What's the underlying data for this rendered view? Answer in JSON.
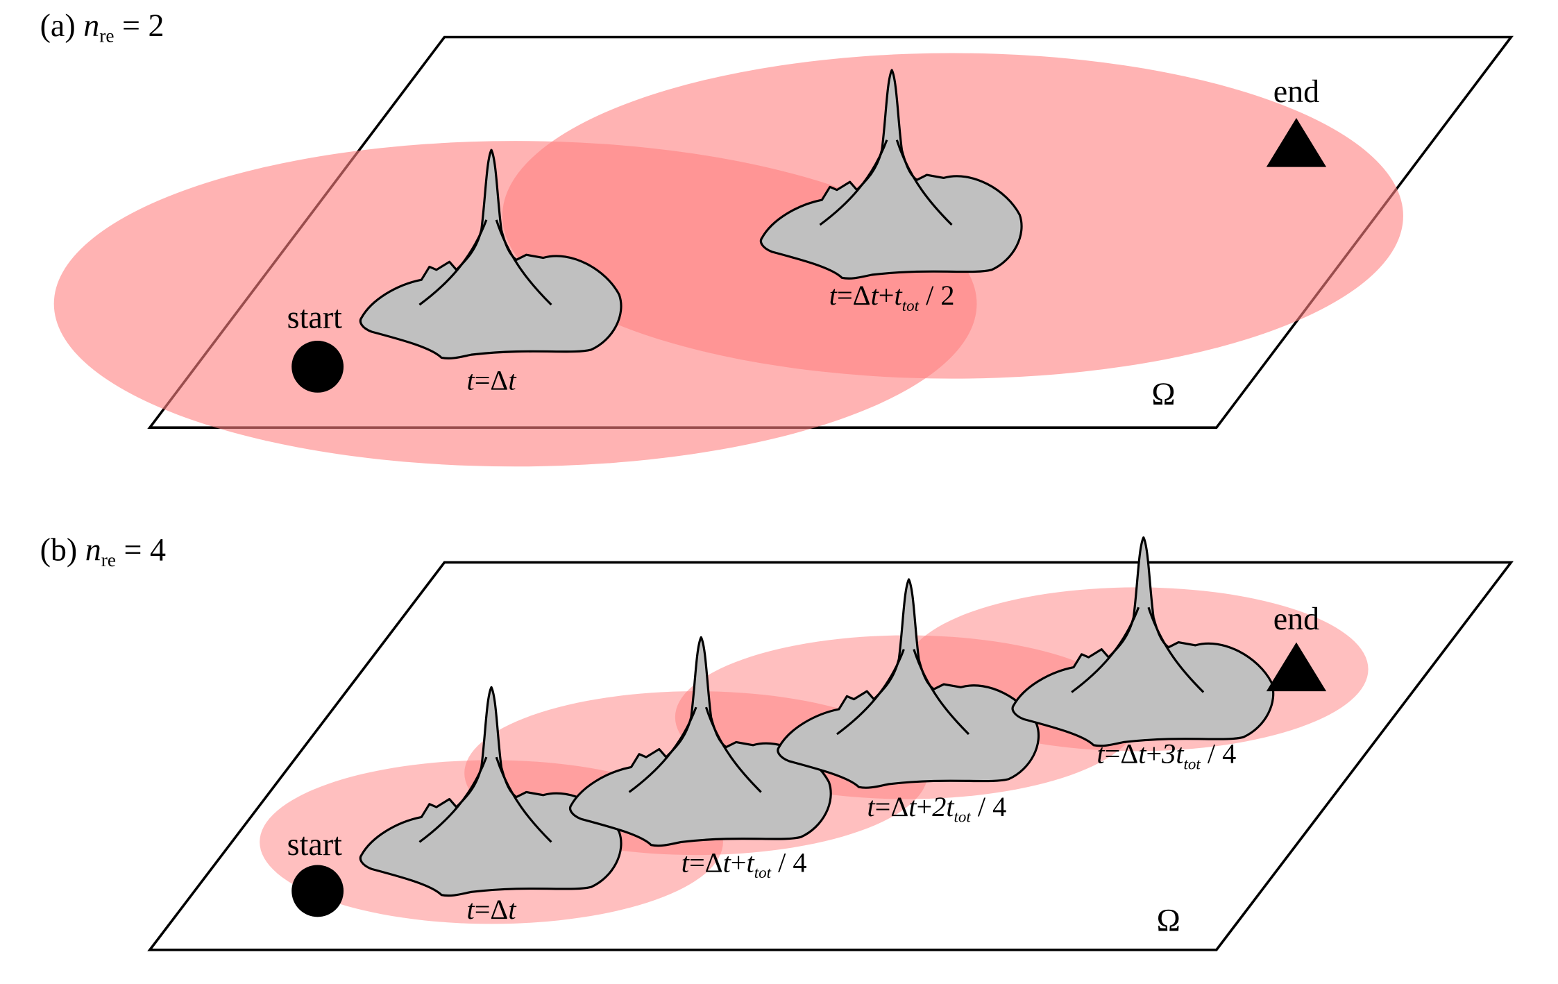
{
  "panel_a": {
    "label_prefix": "(a) ",
    "n_symbol": "n",
    "n_subscript": "re",
    "n_value": " = 2",
    "start": "start",
    "end": "end",
    "omega": "Ω",
    "peaks": [
      {
        "t_prefix": "t",
        "mid": "=Δ",
        "t2": "t",
        "plus": "",
        "coef": "",
        "tt": "",
        "tot": "",
        "tail": ""
      },
      {
        "t_prefix": "t",
        "mid": "=Δ",
        "t2": "t",
        "plus": "+",
        "coef": "",
        "tt": "t",
        "tot": "tot",
        "tail": " / 2"
      }
    ]
  },
  "panel_b": {
    "label_prefix": "(b) ",
    "n_symbol": "n",
    "n_subscript": "re",
    "n_value": " = 4",
    "start": "start",
    "end": "end",
    "omega": "Ω",
    "peaks": [
      {
        "t_prefix": "t",
        "mid": "=Δ",
        "t2": "t",
        "plus": "",
        "coef": "",
        "tt": "",
        "tot": "",
        "tail": ""
      },
      {
        "t_prefix": "t",
        "mid": "=Δ",
        "t2": "t",
        "plus": "+",
        "coef": "",
        "tt": "t",
        "tot": "tot",
        "tail": " / 4"
      },
      {
        "t_prefix": "t",
        "mid": "=Δ",
        "t2": "t",
        "plus": "+",
        "coef": "2",
        "tt": "t",
        "tot": "tot",
        "tail": " / 4"
      },
      {
        "t_prefix": "t",
        "mid": "=Δ",
        "t2": "t",
        "plus": "+",
        "coef": "3",
        "tt": "t",
        "tot": "tot",
        "tail": " / 4"
      }
    ]
  },
  "colors": {
    "ellipse": "#ff8080",
    "peak_fill": "#c0c0c0",
    "stroke": "#000000"
  }
}
